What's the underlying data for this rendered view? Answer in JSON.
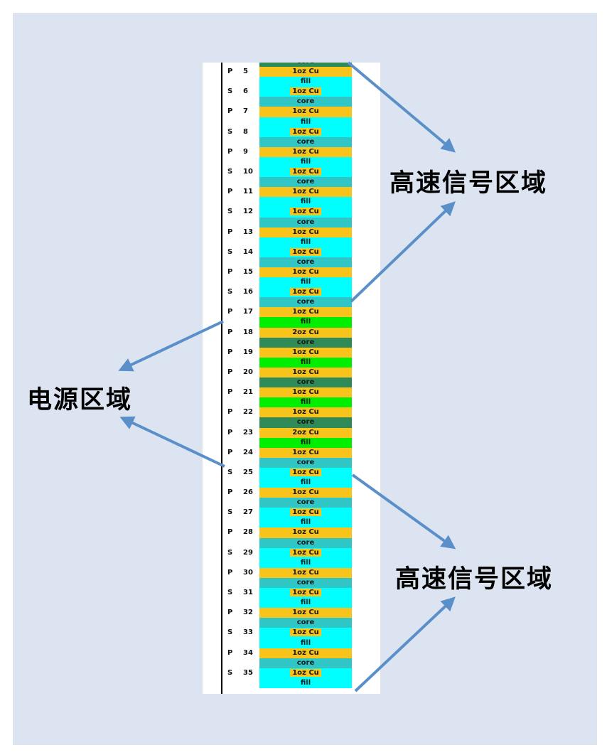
{
  "labels": {
    "high_speed_top": "高速信号区域",
    "power": "电源区域",
    "high_speed_bottom": "高速信号区域"
  },
  "colors": {
    "background": "#dce4f2",
    "arrow": "#5b8fc9",
    "copper": "#f8c31a",
    "dielectric_signal": "#00ffff",
    "core_signal": "#31c6c6",
    "core_power": "#2e8b57",
    "fill_power": "#00ee00"
  },
  "stackup": {
    "rows": [
      {
        "type": "",
        "num": "",
        "material": "core",
        "fill": "#2e8b57"
      },
      {
        "type": "P",
        "num": "5",
        "material": "1oz Cu",
        "fill": "#f8c31a"
      },
      {
        "type": "",
        "num": "",
        "material": "fill",
        "fill": "#00ffff"
      },
      {
        "type": "S",
        "num": "6",
        "material": "1oz Cu",
        "fill": "#00ffff"
      },
      {
        "type": "",
        "num": "",
        "material": "core",
        "fill": "#31c6c6"
      },
      {
        "type": "P",
        "num": "7",
        "material": "1oz Cu",
        "fill": "#f8c31a"
      },
      {
        "type": "",
        "num": "",
        "material": "fill",
        "fill": "#00ffff"
      },
      {
        "type": "S",
        "num": "8",
        "material": "1oz Cu",
        "fill": "#00ffff"
      },
      {
        "type": "",
        "num": "",
        "material": "core",
        "fill": "#31c6c6"
      },
      {
        "type": "P",
        "num": "9",
        "material": "1oz Cu",
        "fill": "#f8c31a"
      },
      {
        "type": "",
        "num": "",
        "material": "fill",
        "fill": "#00ffff"
      },
      {
        "type": "S",
        "num": "10",
        "material": "1oz Cu",
        "fill": "#00ffff"
      },
      {
        "type": "",
        "num": "",
        "material": "core",
        "fill": "#31c6c6"
      },
      {
        "type": "P",
        "num": "11",
        "material": "1oz Cu",
        "fill": "#f8c31a"
      },
      {
        "type": "",
        "num": "",
        "material": "fill",
        "fill": "#00ffff"
      },
      {
        "type": "S",
        "num": "12",
        "material": "1oz Cu",
        "fill": "#00ffff"
      },
      {
        "type": "",
        "num": "",
        "material": "core",
        "fill": "#31c6c6"
      },
      {
        "type": "P",
        "num": "13",
        "material": "1oz Cu",
        "fill": "#f8c31a"
      },
      {
        "type": "",
        "num": "",
        "material": "fill",
        "fill": "#00ffff"
      },
      {
        "type": "S",
        "num": "14",
        "material": "1oz Cu",
        "fill": "#00ffff"
      },
      {
        "type": "",
        "num": "",
        "material": "core",
        "fill": "#31c6c6"
      },
      {
        "type": "P",
        "num": "15",
        "material": "1oz Cu",
        "fill": "#f8c31a"
      },
      {
        "type": "",
        "num": "",
        "material": "fill",
        "fill": "#00ffff"
      },
      {
        "type": "S",
        "num": "16",
        "material": "1oz Cu",
        "fill": "#00ffff"
      },
      {
        "type": "",
        "num": "",
        "material": "core",
        "fill": "#31c6c6"
      },
      {
        "type": "P",
        "num": "17",
        "material": "1oz Cu",
        "fill": "#f8c31a"
      },
      {
        "type": "",
        "num": "",
        "material": "fill",
        "fill": "#00ee00"
      },
      {
        "type": "P",
        "num": "18",
        "material": "2oz Cu",
        "fill": "#f8c31a"
      },
      {
        "type": "",
        "num": "",
        "material": "core",
        "fill": "#2e8b57"
      },
      {
        "type": "P",
        "num": "19",
        "material": "1oz Cu",
        "fill": "#f8c31a"
      },
      {
        "type": "",
        "num": "",
        "material": "fill",
        "fill": "#00ee00"
      },
      {
        "type": "P",
        "num": "20",
        "material": "1oz Cu",
        "fill": "#f8c31a"
      },
      {
        "type": "",
        "num": "",
        "material": "core",
        "fill": "#2e8b57"
      },
      {
        "type": "P",
        "num": "21",
        "material": "1oz Cu",
        "fill": "#f8c31a"
      },
      {
        "type": "",
        "num": "",
        "material": "fill",
        "fill": "#00ee00"
      },
      {
        "type": "P",
        "num": "22",
        "material": "1oz Cu",
        "fill": "#f8c31a"
      },
      {
        "type": "",
        "num": "",
        "material": "core",
        "fill": "#2e8b57"
      },
      {
        "type": "P",
        "num": "23",
        "material": "2oz Cu",
        "fill": "#f8c31a"
      },
      {
        "type": "",
        "num": "",
        "material": "fill",
        "fill": "#00ee00"
      },
      {
        "type": "P",
        "num": "24",
        "material": "1oz Cu",
        "fill": "#f8c31a"
      },
      {
        "type": "",
        "num": "",
        "material": "core",
        "fill": "#31c6c6"
      },
      {
        "type": "S",
        "num": "25",
        "material": "1oz Cu",
        "fill": "#00ffff"
      },
      {
        "type": "",
        "num": "",
        "material": "fill",
        "fill": "#00ffff"
      },
      {
        "type": "P",
        "num": "26",
        "material": "1oz Cu",
        "fill": "#f8c31a"
      },
      {
        "type": "",
        "num": "",
        "material": "core",
        "fill": "#31c6c6"
      },
      {
        "type": "S",
        "num": "27",
        "material": "1oz Cu",
        "fill": "#00ffff"
      },
      {
        "type": "",
        "num": "",
        "material": "fill",
        "fill": "#00ffff"
      },
      {
        "type": "P",
        "num": "28",
        "material": "1oz Cu",
        "fill": "#f8c31a"
      },
      {
        "type": "",
        "num": "",
        "material": "core",
        "fill": "#31c6c6"
      },
      {
        "type": "S",
        "num": "29",
        "material": "1oz Cu",
        "fill": "#00ffff"
      },
      {
        "type": "",
        "num": "",
        "material": "fill",
        "fill": "#00ffff"
      },
      {
        "type": "P",
        "num": "30",
        "material": "1oz Cu",
        "fill": "#f8c31a"
      },
      {
        "type": "",
        "num": "",
        "material": "core",
        "fill": "#31c6c6"
      },
      {
        "type": "S",
        "num": "31",
        "material": "1oz Cu",
        "fill": "#00ffff"
      },
      {
        "type": "",
        "num": "",
        "material": "fill",
        "fill": "#00ffff"
      },
      {
        "type": "P",
        "num": "32",
        "material": "1oz Cu",
        "fill": "#f8c31a"
      },
      {
        "type": "",
        "num": "",
        "material": "core",
        "fill": "#31c6c6"
      },
      {
        "type": "S",
        "num": "33",
        "material": "1oz Cu",
        "fill": "#00ffff"
      },
      {
        "type": "",
        "num": "",
        "material": "fill",
        "fill": "#00ffff"
      },
      {
        "type": "P",
        "num": "34",
        "material": "1oz Cu",
        "fill": "#f8c31a"
      },
      {
        "type": "",
        "num": "",
        "material": "core",
        "fill": "#31c6c6"
      },
      {
        "type": "S",
        "num": "35",
        "material": "1oz Cu",
        "fill": "#00ffff"
      },
      {
        "type": "",
        "num": "",
        "material": "fill",
        "fill": "#00ffff"
      }
    ]
  }
}
